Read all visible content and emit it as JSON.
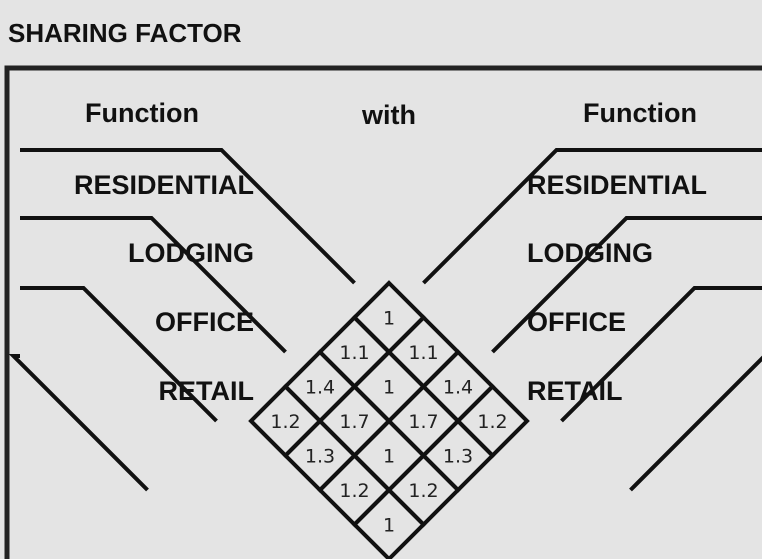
{
  "title": "SHARING FACTOR",
  "header": {
    "left": "Function",
    "middle": "with",
    "right": "Function"
  },
  "functions": [
    "RESIDENTIAL",
    "LODGING",
    "OFFICE",
    "RETAIL"
  ],
  "matrix": [
    [
      "1",
      "1.1",
      "1.4",
      "1.2"
    ],
    [
      "1.1",
      "1",
      "1.7",
      "1.3"
    ],
    [
      "1.4",
      "1.7",
      "1",
      "1.2"
    ],
    [
      "1.2",
      "1.3",
      "1.2",
      "1"
    ]
  ]
}
